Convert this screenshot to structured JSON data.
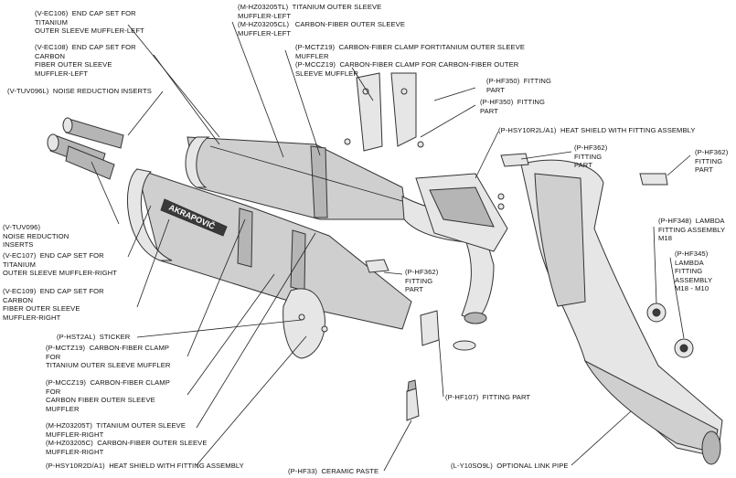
{
  "labels": {
    "ec106": "(V-EC106)  END CAP SET FOR\nTITANIUM\nOUTER SLEEVE MUFFLER-LEFT",
    "ec108": "(V-EC108)  END CAP SET FOR\nCARBON\nFIBER OUTER SLEEVE\nMUFFLER-LEFT",
    "tuv096l": "(V-TUV096L)  NOISE REDUCTION INSERTS",
    "hz03205tl": "(M-HZ03205TL)  TITANIUM OUTER SLEEVE\nMUFFLER-LEFT\n(M-HZ03205CL)   CARBON-FIBER OUTER SLEEVE\nMUFFLER-LEFT",
    "mctz19_top": "(P-MCTZ19)  CARBON-FIBER CLAMP FORTITANIUM OUTER SLEEVE\nMUFFLER\n(P-MCCZ19)  CARBON-FIBER CLAMP FOR CARBON-FIBER OUTER\nSLEEVE MUFFLER",
    "hf350_a": "(P-HF350)  FITTING\nPART",
    "hf350_b": "(P-HF350)  FITTING\nPART",
    "hsy10r2l": "(P-HSY10R2L/A1)  HEAT SHIELD WITH FITTING ASSEMBLY",
    "hf362_a": "(P-HF362)\nFITTING\nPART",
    "hf362_b": "(P-HF362)\nFITTING\nPART",
    "hf362_c": "(P-HF362)\nFITTING\nPART",
    "hf348": "(P-HF348)  LAMBDA\nFITTING ASSEMBLY\nM18",
    "hf345": "(P-HF345)\nLAMBDA\nFITTING\nASSEMBLY\nM18 - M10",
    "tuv096": "(V-TUV096)\nNOISE REDUCTION\nINSERTS",
    "ec107": "(V-EC107)  END CAP SET FOR\nTITANIUM\nOUTER SLEEVE MUFFLER-RIGHT",
    "ec109": "(V-EC109)  END CAP SET FOR\nCARBON\nFIBER OUTER SLEEVE\nMUFFLER-RIGHT",
    "hst2al": "(P-HST2AL)  STICKER",
    "mctz19": "(P-MCTZ19)  CARBON-FIBER CLAMP\nFOR\nTITANIUM OUTER SLEEVE MUFFLER",
    "mccz19": "(P-MCCZ19)  CARBON-FIBER CLAMP\nFOR\nCARBON FIBER OUTER SLEEVE\nMUFFLER",
    "hz03205t": "(M-HZ03205T)  TITANIUM OUTER SLEEVE\nMUFFLER-RIGHT\n(M-HZ03205C)  CARBON-FIBER OUTER SLEEVE\nMUFFLER-RIGHT",
    "hsy10r2d": "(P-HSY10R2D/A1)  HEAT SHIELD WITH FITTING ASSEMBLY",
    "hf107": "(P-HF107)  FITTING PART",
    "hf33": "(P-HF33)  CERAMIC PASTE",
    "y10so9l": "(L-Y10SO9L)  OPTIONAL LINK PIPE"
  },
  "brand_text": "AKRAPOVIČ"
}
